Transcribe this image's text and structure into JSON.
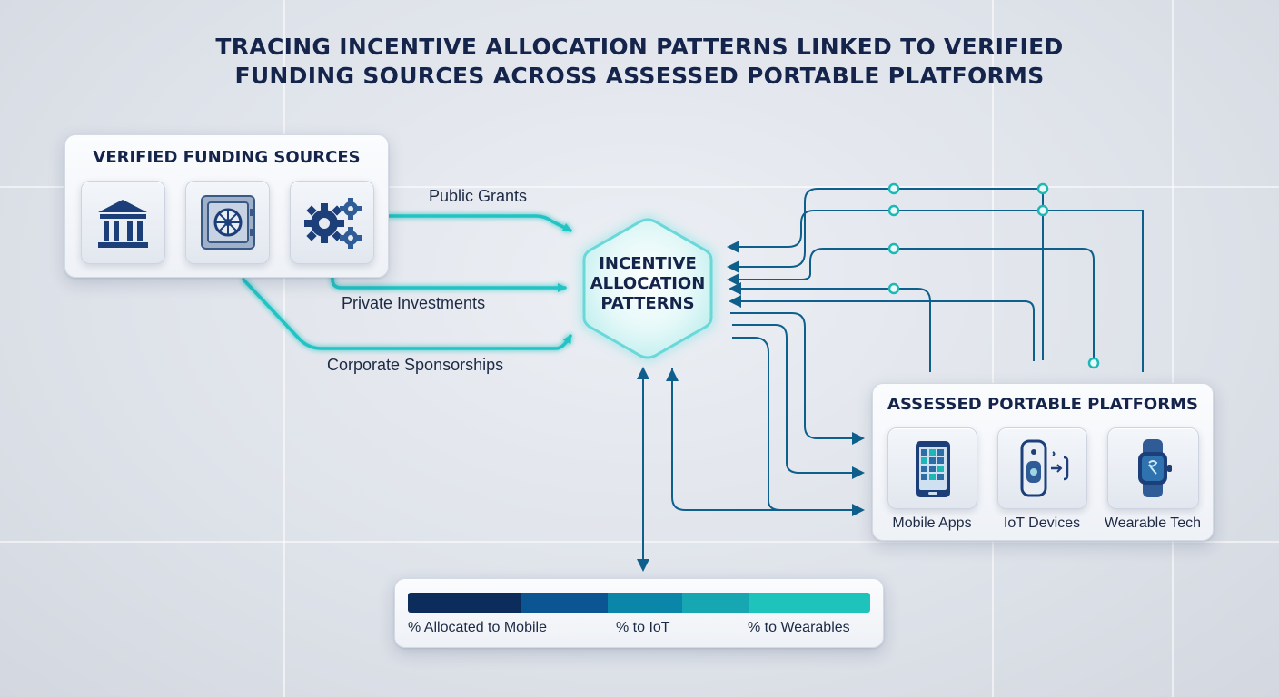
{
  "title": {
    "line1": "TRACING INCENTIVE ALLOCATION PATTERNS LINKED TO VERIFIED",
    "line2": "FUNDING SOURCES ACROSS ASSESSED PORTABLE PLATFORMS"
  },
  "funding_sources": {
    "title": "VERIFIED FUNDING SOURCES",
    "icons": [
      "bank-icon",
      "vault-safe-icon",
      "gears-icon"
    ]
  },
  "flows": {
    "public_grants": "Public Grants",
    "private_investments": "Private Investments",
    "corporate_sponsorships": "Corporate Sponsorships"
  },
  "hub": {
    "line1": "INCENTIVE",
    "line2": "ALLOCATION",
    "line3": "PATTERNS"
  },
  "platforms": {
    "title": "ASSESSED PORTABLE PLATFORMS",
    "items": [
      {
        "label": "Mobile Apps",
        "icon": "smartphone-icon"
      },
      {
        "label": "IoT Devices",
        "icon": "iot-sensor-icon"
      },
      {
        "label": "Wearable Tech",
        "icon": "smartwatch-icon"
      }
    ]
  },
  "legend": {
    "labels": [
      "% Allocated to Mobile",
      "% to IoT",
      "% to Wearables"
    ],
    "colors": [
      "#0c2c5c",
      "#0a5592",
      "#0a86a8",
      "#16a7b2",
      "#1ec4bc"
    ]
  },
  "colors": {
    "title": "#14244a",
    "flow_teal": "#22c3c3",
    "wire_blue": "#0f5f8c",
    "node_teal": "#1fb6b6"
  }
}
